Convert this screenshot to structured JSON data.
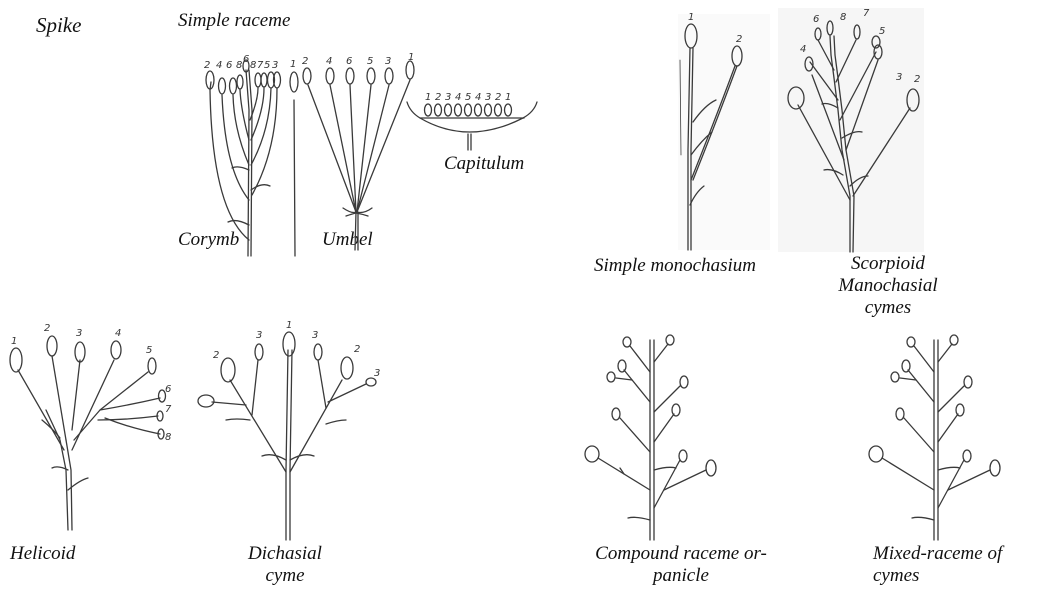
{
  "labels": {
    "spike": "Spike",
    "simple_raceme": "Simple raceme",
    "corymb": "Corymb",
    "umbel": "Umbel",
    "capitulum": "Capitulum",
    "simple_monochasium": "Simple monochasium",
    "scorpioid_line1": "Scorpioid",
    "scorpioid_line2": "Manochasial",
    "scorpioid_line3": "cymes",
    "helicoid": "Helicoid",
    "dichasial_line1": "Dichasial",
    "dichasial_line2": "cyme",
    "compound_line1": "Compound raceme or-",
    "compound_line2": "panicle",
    "mixed_line1": "Mixed-raceme of",
    "mixed_line2": "cymes"
  },
  "flower_numbers": {
    "corymb": [
      "2",
      "4",
      "6",
      "8",
      "6",
      "8",
      "7",
      "5",
      "3"
    ],
    "raceme": [
      "1"
    ],
    "umbel": [
      "2",
      "4",
      "6",
      "5",
      "3",
      "1"
    ],
    "capitulum": [
      "1",
      "2",
      "3",
      "4",
      "5",
      "4",
      "3",
      "2",
      "1"
    ],
    "monochasium": [
      "1",
      "2"
    ],
    "scorpioid": [
      "6",
      "8",
      "7",
      "5",
      "4",
      "3",
      "2"
    ],
    "helicoid": [
      "1",
      "2",
      "3",
      "4",
      "5",
      "6",
      "7",
      "8"
    ],
    "dichasial": [
      "2",
      "3",
      "1",
      "3",
      "2",
      "3"
    ]
  }
}
